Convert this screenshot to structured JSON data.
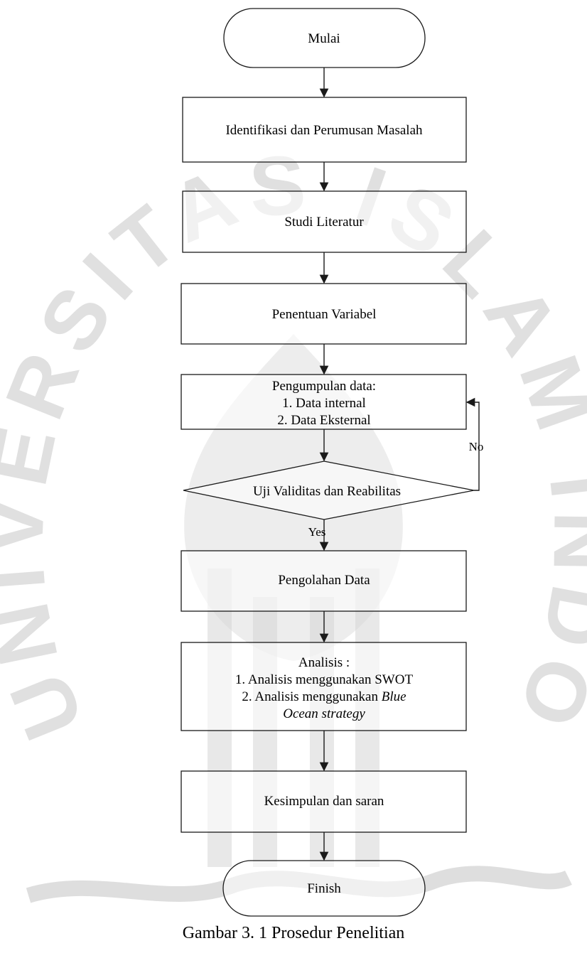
{
  "colors": {
    "ink": "#1a1a1a",
    "watermark": "#d6d6d6"
  },
  "nodes": {
    "start": "Mulai",
    "identify": "Identifikasi dan Perumusan Masalah",
    "literature": "Studi Literatur",
    "variables": "Penentuan Variabel",
    "collect": {
      "title": "Pengumpulan data:",
      "item1": "1. Data internal",
      "item2": "2. Data Eksternal"
    },
    "decision": "Uji Validitas dan Reabilitas",
    "processing": "Pengolahan Data",
    "analysis": {
      "title": "Analisis :",
      "item1": "1. Analisis menggunakan SWOT",
      "item2_prefix": "2. Analisis menggunakan ",
      "item2_italic": "Blue",
      "item3": "Ocean strategy"
    },
    "conclusion": "Kesimpulan dan saran",
    "end": "Finish"
  },
  "edges": {
    "yes_label": "Yes",
    "no_label": "No"
  },
  "watermark": {
    "left_text": "UNIVERSITAS",
    "top_text": "ISLAM",
    "right_text": "INDONESIA"
  },
  "caption": "Gambar 3. 1 Prosedur Penelitian"
}
